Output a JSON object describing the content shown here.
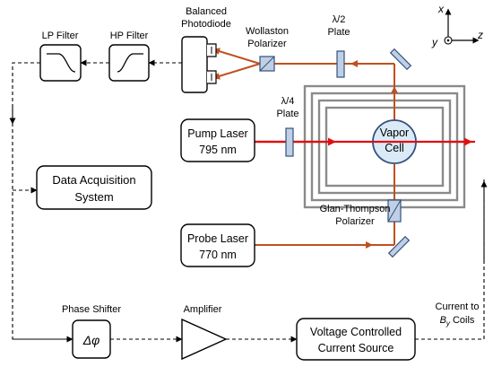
{
  "labels": {
    "lp_filter": "LP Filter",
    "hp_filter": "HP Filter",
    "photodiode_line1": "Balanced",
    "photodiode_line2": "Photodiode",
    "wollaston_line1": "Wollaston",
    "wollaston_line2": "Polarizer",
    "halfwave_line1": "λ/2",
    "halfwave_line2": "Plate",
    "quarterwave_line1": "λ/4",
    "quarterwave_line2": "Plate",
    "pump_line1": "Pump Laser",
    "pump_line2": "795 nm",
    "vapor_line1": "Vapor",
    "vapor_line2": "Cell",
    "daq_line1": "Data Acquisition",
    "daq_line2": "System",
    "glan_line1": "Glan-Thompson",
    "glan_line2": "Polarizer",
    "probe_line1": "Probe Laser",
    "probe_line2": "770 nm",
    "phase_shifter": "Phase Shifter",
    "phase_symbol": "Δφ",
    "amplifier": "Amplifier",
    "vccs_line1": "Voltage Controlled",
    "vccs_line2": "Current Source",
    "current_line1": "Current to",
    "current_line2_pre": "B",
    "current_line2_sub": "y",
    "current_line2_post": " Coils"
  },
  "axes": {
    "x": "x",
    "y": "y",
    "z": "z"
  },
  "colors": {
    "probe_beam": "#c0501e",
    "pump_beam": "#e01010",
    "optic_fill": "#bfd0e6",
    "optic_stroke": "#35507a",
    "coil_stroke": "#8a8a8a",
    "vapor_fill": "#dbeaf7"
  }
}
